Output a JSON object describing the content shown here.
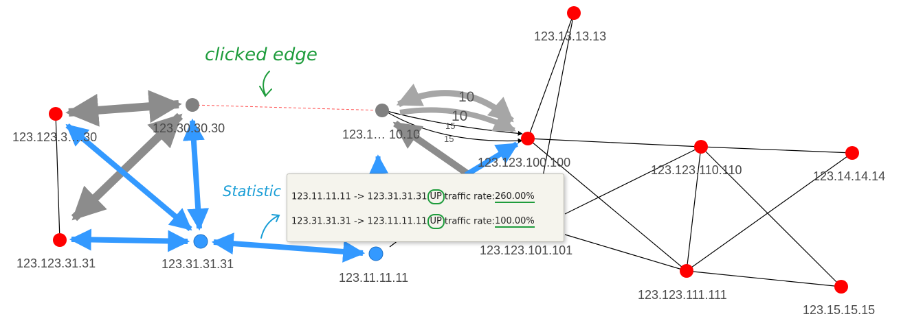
{
  "nodes": [
    {
      "id": "n_123_123_30_30",
      "label": "123.123.3….30",
      "color": "#ff0000"
    },
    {
      "id": "n_123_30_30_30",
      "label": "123.30.30.30",
      "color": "#808080"
    },
    {
      "id": "n_123_10_10_10",
      "label": "123.1… 10.10",
      "color": "#808080"
    },
    {
      "id": "n_123_13_13_13",
      "label": "123.13.13.13",
      "color": "#ff0000"
    },
    {
      "id": "n_123_123_100_100",
      "label": "123.123.100.100",
      "color": "#ff0000"
    },
    {
      "id": "n_123_123_110_110",
      "label": "123.123.110.110",
      "color": "#ff0000"
    },
    {
      "id": "n_123_14_14_14",
      "label": "123.14.14.14",
      "color": "#ff0000"
    },
    {
      "id": "n_123_123_31_31",
      "label": "123.123.31.31",
      "color": "#ff0000"
    },
    {
      "id": "n_123_31_31_31",
      "label": "123.31.31.31",
      "color": "#3399ff"
    },
    {
      "id": "n_123_11_11_11",
      "label": "123.11.11.11",
      "color": "#3399ff"
    },
    {
      "id": "n_123_123_101_101",
      "label": "123.123.101.101",
      "color": "#ff0000"
    },
    {
      "id": "n_123_123_111_111",
      "label": "123.123.111.111",
      "color": "#ff0000"
    },
    {
      "id": "n_123_15_15_15",
      "label": "123.15.15.15",
      "color": "#ff0000"
    }
  ],
  "edge_labels": [
    "10",
    "10",
    "15",
    "15"
  ],
  "annotations": {
    "clicked_edge": "clicked edge",
    "statistic": "Statistic"
  },
  "tooltip": {
    "rows": [
      {
        "link": "123.11.11.11 -> 123.31.31.31",
        "status": "UP",
        "rate_label": "traffic rate:",
        "rate_value": "260.00%"
      },
      {
        "link": "123.31.31.31 -> 123.11.11.11",
        "status": "UP",
        "rate_label": "traffic rate:",
        "rate_value": "100.00%"
      }
    ]
  },
  "colors": {
    "red_node": "#ff0000",
    "gray_node": "#808080",
    "blue_node": "#3399ff",
    "gray_link": "#8c8c8c",
    "blue_link": "#3399ff",
    "clicked_edge": "#ff4d4d",
    "annotation_green": "#1e9c3c",
    "annotation_blue": "#1a9ed6"
  }
}
